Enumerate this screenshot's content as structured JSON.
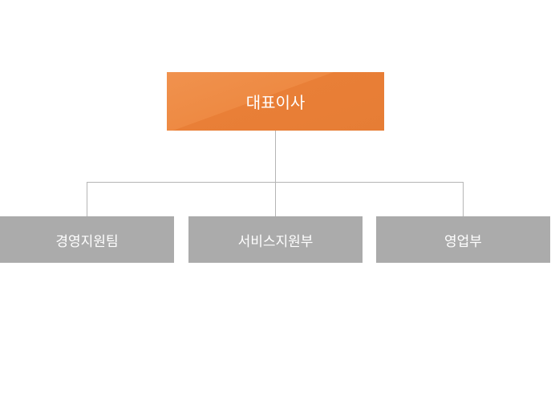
{
  "org_chart": {
    "ceo": {
      "label": "대표이사",
      "color": "#e97f37"
    },
    "departments": [
      {
        "label": "경영지원팀"
      },
      {
        "label": "서비스지원부"
      },
      {
        "label": "영업부"
      }
    ],
    "department_color": "#ababab",
    "connector_color": "#b5b5b5"
  }
}
